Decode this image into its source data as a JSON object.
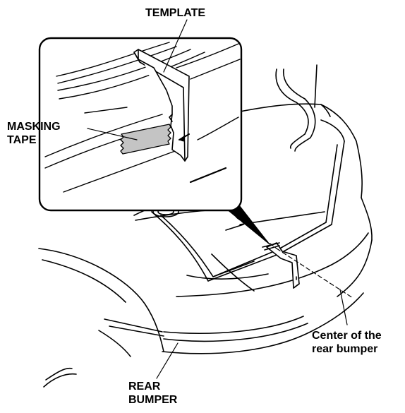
{
  "labels": {
    "template": "TEMPLATE",
    "masking_tape": [
      "MASKING",
      "TAPE"
    ],
    "center": [
      "Center of the",
      "rear bumper"
    ],
    "rear_bumper": [
      "REAR",
      "BUMPER"
    ]
  },
  "colors": {
    "stroke": "#000000",
    "tape_fill": "#c4c4c4",
    "background": "#ffffff"
  }
}
